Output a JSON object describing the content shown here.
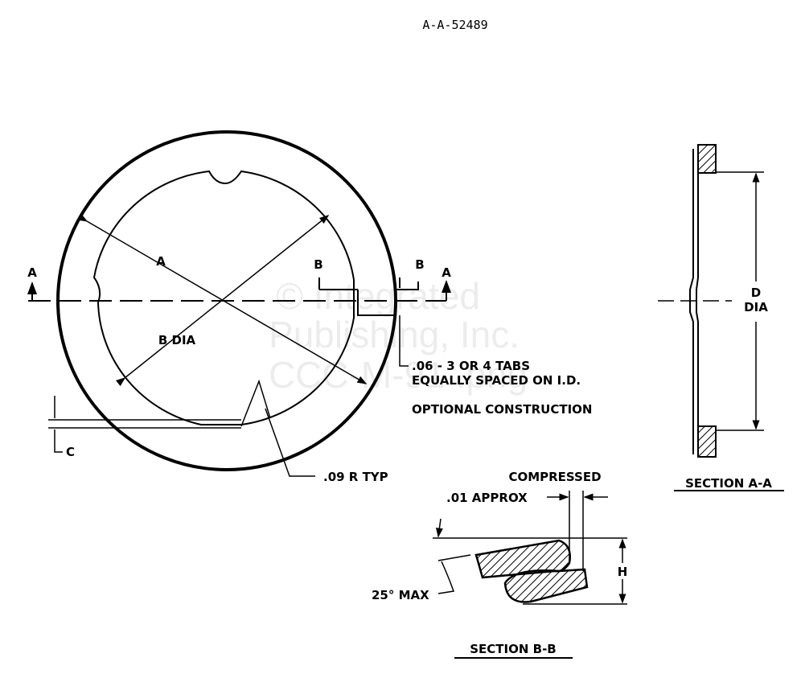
{
  "header": {
    "doc_number": "A-A-52489"
  },
  "watermark": {
    "line1": "© Integrated",
    "line2": "Publishing, Inc.",
    "line3": "CCC-M-91  .png"
  },
  "plan_view": {
    "labels": {
      "section_a_left": "A",
      "section_a_right": "A",
      "section_b_left": "B",
      "section_b_right": "B",
      "dim_a": "A",
      "dim_b": "B DIA",
      "dim_c": "C",
      "tabs_note_1": ".06 - 3 OR 4 TABS",
      "tabs_note_2": "EQUALLY SPACED ON I.D.",
      "optional": "OPTIONAL CONSTRUCTION",
      "radius_note": ".09 R TYP"
    }
  },
  "section_aa": {
    "dim_d": "D",
    "dim_dia": "DIA",
    "title": "SECTION A-A"
  },
  "section_bb": {
    "compressed": "COMPRESSED",
    "approx": ".01 APPROX",
    "angle": "25° MAX",
    "dim_h": "H",
    "title": "SECTION B-B"
  }
}
